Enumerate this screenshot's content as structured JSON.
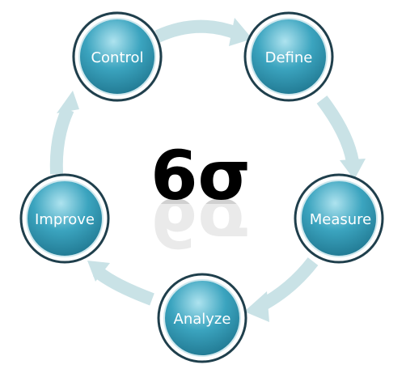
{
  "center_label": "6σ",
  "nodes": [
    {
      "label": "Control"
    },
    {
      "label": "Define"
    },
    {
      "label": "Measure"
    },
    {
      "label": "Analyze"
    },
    {
      "label": "Improve"
    }
  ],
  "colors": {
    "node_light": "#aee3ef",
    "node_mid": "#3ba4bf",
    "node_dark": "#1b6f88",
    "ring": "#1f3f4c",
    "arrow": "#c9e2e6"
  }
}
